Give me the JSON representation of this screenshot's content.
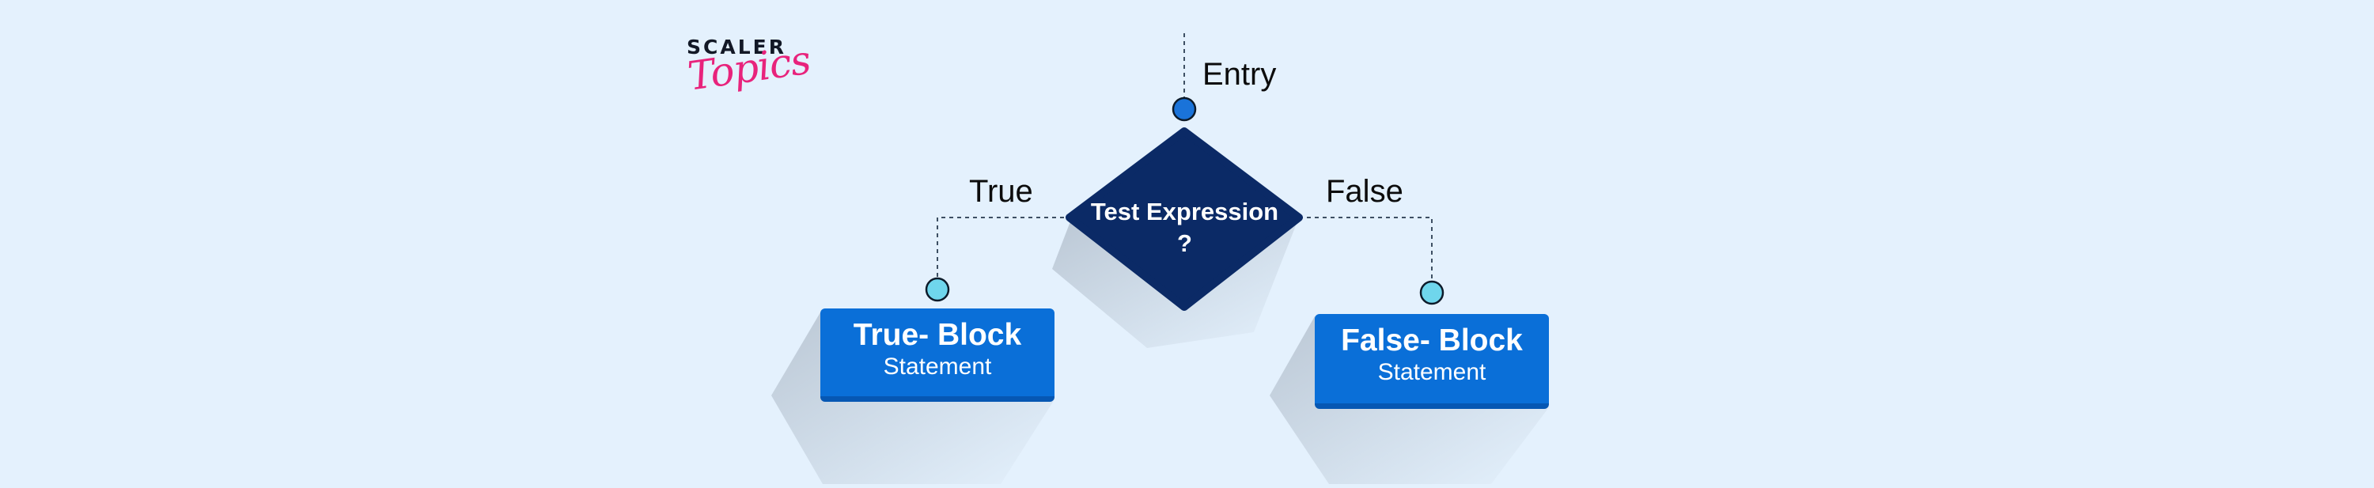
{
  "logo": {
    "brand_top": "SCALER",
    "brand_bottom": "Topics"
  },
  "labels": {
    "entry": "Entry",
    "true_branch": "True",
    "false_branch": "False"
  },
  "decision": {
    "line1": "Test Expression",
    "line2": "?"
  },
  "true_block": {
    "title": "True- Block",
    "subtitle": "Statement"
  },
  "false_block": {
    "title": "False- Block",
    "subtitle": "Statement"
  },
  "colors": {
    "background": "#e4f1fd",
    "diamond": "#0b2a66",
    "block": "#0a6fd8",
    "entry_node": "#1a73d9",
    "branch_node": "#6fd6ec",
    "logo_accent": "#e8237c"
  }
}
